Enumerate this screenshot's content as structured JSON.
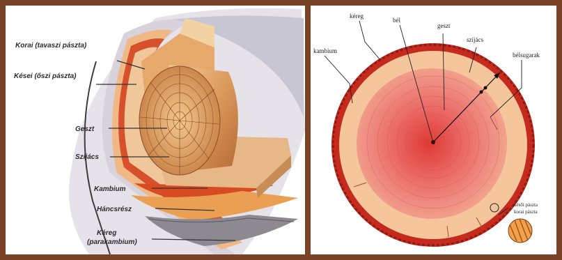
{
  "left_diagram": {
    "labels": {
      "korai": "Korai (tavaszi pászta)",
      "kesei": "Kései (őszi pászta)",
      "geszt": "Geszt",
      "szijacs": "Szíjács",
      "kambium": "Kambium",
      "hancsresz": "Háncsrész",
      "kereg_line1": "Kéreg",
      "kereg_line2": "(parakambium)"
    }
  },
  "right_diagram": {
    "labels": {
      "kambium": "kambium",
      "kereg": "kéreg",
      "bel": "bél",
      "geszt": "geszt",
      "szijacs": "szíjács",
      "belsugarak": "bélsugarak",
      "kesoi_paszta": "késői pászta",
      "korai_paszta": "korai pászta"
    }
  },
  "colors": {
    "frame": "#7a4327",
    "bark_outer": "#c9412a",
    "sapwood": "#f2b98a",
    "heartwood": "#e8736a",
    "wood_light": "#e8b27c"
  }
}
